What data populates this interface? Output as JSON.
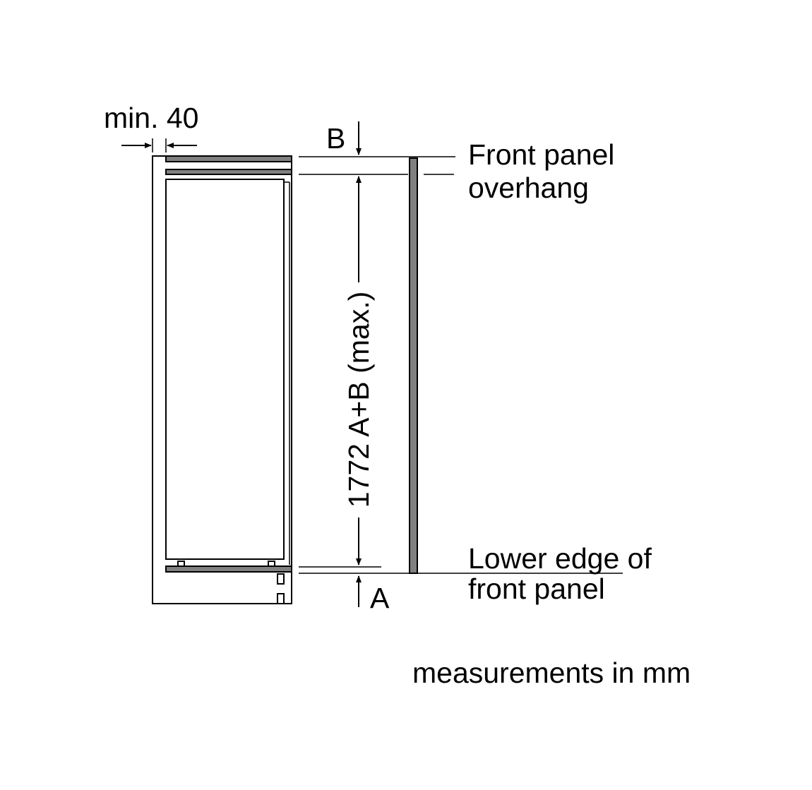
{
  "labels": {
    "min_gap": "min. 40",
    "b": "B",
    "a": "A",
    "height": "1772 A+B (max.)",
    "front_panel_overhang_line1": "Front panel",
    "front_panel_overhang_line2": "overhang",
    "lower_edge_line1": "Lower edge of",
    "lower_edge_line2": "front panel",
    "units": "measurements in mm"
  },
  "colors": {
    "line": "#000000",
    "panel_fill": "#808080",
    "background": "#ffffff"
  }
}
